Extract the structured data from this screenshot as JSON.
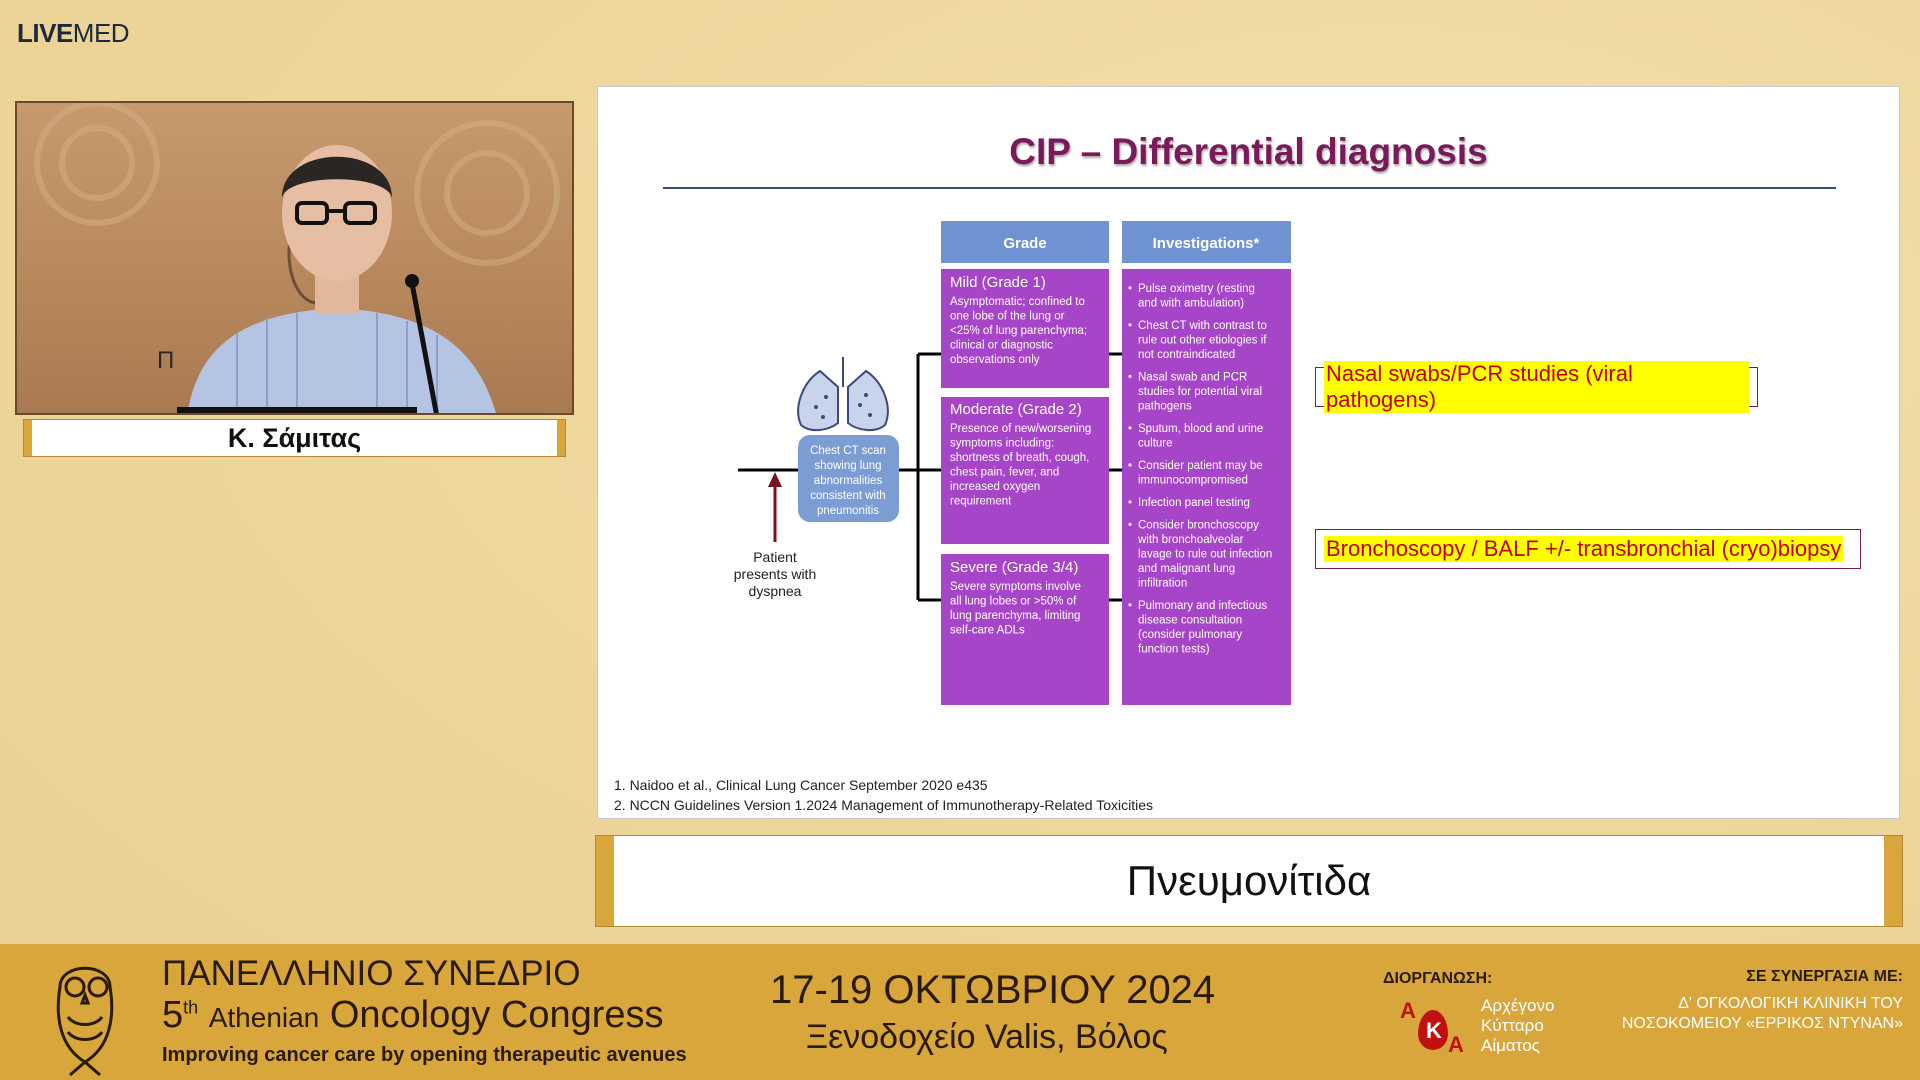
{
  "brand": {
    "logo_bold": "LIVE",
    "logo_light": "MED"
  },
  "speaker": {
    "name": "Κ. Σάμιτας",
    "backdrop_letter": "Π"
  },
  "slide": {
    "title": "CIP – Differential diagnosis",
    "patient_label": [
      "Patient",
      "presents with",
      "dyspnea"
    ],
    "ct_label": [
      "Chest CT scan",
      "showing lung",
      "abnormalities",
      "consistent with",
      "pneumonitis"
    ],
    "grade_header": "Grade",
    "investigations_header": "Investigations*",
    "grades": [
      {
        "title": "Mild (Grade 1)",
        "desc": [
          "Asymptomatic; confined to",
          "one lobe of the lung or",
          "<25% of lung parenchyma;",
          "clinical or diagnostic",
          "observations only"
        ]
      },
      {
        "title": "Moderate (Grade 2)",
        "desc": [
          "Presence of new/worsening",
          "symptoms including:",
          "shortness of breath, cough,",
          "chest pain, fever, and",
          "increased oxygen",
          "requirement"
        ]
      },
      {
        "title": "Severe (Grade 3/4)",
        "desc": [
          "Severe symptoms involve",
          "all lung lobes or >50% of",
          "lung parenchyma, limiting",
          "self-care ADLs"
        ]
      }
    ],
    "investigations": [
      [
        "Pulse oximetry (resting",
        "and with ambulation)"
      ],
      [
        "Chest CT with contrast to",
        "rule out other etiologies if",
        "not contraindicated"
      ],
      [
        "Nasal swab and PCR",
        "studies for potential viral",
        "pathogens"
      ],
      [
        "Sputum, blood and urine",
        "culture"
      ],
      [
        "Consider patient may be",
        "immunocompromised"
      ],
      [
        "Infection panel testing"
      ],
      [
        "Consider bronchoscopy",
        "with bronchoalveolar",
        "lavage to rule out infection",
        "and malignant lung",
        "infiltration"
      ],
      [
        "Pulmonary and infectious",
        "disease consultation",
        "(consider pulmonary",
        "function tests)"
      ]
    ],
    "highlights": [
      "Nasal swabs/PCR studies (viral pathogens)",
      "Bronchoscopy / BALF +/- transbronchial (cryo)biopsy"
    ],
    "references": [
      "1. Naidoo et al., Clinical Lung Cancer September 2020 e435",
      "2. NCCN Guidelines Version 1.2024 Management of Immunotherapy-Related Toxicities"
    ]
  },
  "caption": "Πνευμονίτιδα",
  "banner": {
    "line1": "ΠΑΝΕΛΛΗΝΙΟ ΣΥΝΕΔΡΙΟ",
    "num": "5",
    "sup": "th",
    "athenian": "Athenian",
    "oncology": "Oncology Congress",
    "tagline": "Improving cancer care by opening therapeutic avenues",
    "dates": "17-19 ΟΚΤΩΒΡΙΟΥ 2024",
    "venue": "Ξενοδοχείο Valis, Βόλος",
    "organizer_label": "ΔΙΟΡΓΑΝΩΣΗ:",
    "organizer_letters": [
      "Α",
      "Κ",
      "Α"
    ],
    "organizer_name": [
      "Αρχέγονο",
      "Κύτταρο",
      "Αίματος"
    ],
    "partner_label": "ΣΕ ΣΥΝΕΡΓΑΣΙΑ ΜΕ:",
    "partner_lines": [
      "Δ' ΟΓΚΟΛΟΓΙΚΗ ΚΛΙΝΙΚΗ ΤΟΥ",
      "ΝΟΣΟΚΟΜΕΙΟΥ «ΕΡΡΙΚΟΣ ΝΤΥΝΑΝ»"
    ]
  }
}
